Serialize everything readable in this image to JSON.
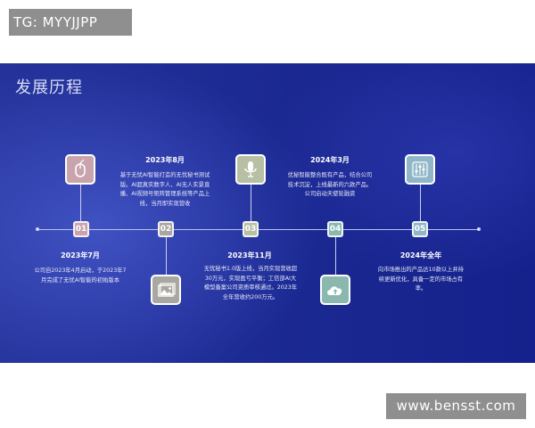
{
  "watermarks": {
    "top": "TG: MYYJJPP",
    "bottom": "www.bensst.com"
  },
  "slide": {
    "title": "发展历程"
  },
  "colors": {
    "slide_background": "#1c2a93",
    "milestone_1": "#c9a4ad",
    "milestone_2": "#a9a7a2",
    "milestone_3": "#b7bfa5",
    "milestone_4": "#8bb8ae",
    "milestone_5": "#90b7c8"
  },
  "milestones": [
    {
      "number": "01",
      "date": "2023年7月",
      "icon": "computer-mouse-icon",
      "lines": [
        "公司自2023年4月启动，于2023年7",
        "月完成了无忧AI智能的初始版本"
      ]
    },
    {
      "number": "02",
      "date": "2023年8月",
      "icon": "image-gallery-icon",
      "lines": [
        "基于无忧AI智能打造的无忧秘书测试",
        "版。AI超真实数字人、AI无人实景直",
        "播、AI视频号矩阵管理系统等产品上",
        "线，当月即实现营收"
      ]
    },
    {
      "number": "03",
      "date": "2023年11月",
      "icon": "microphone-icon",
      "lines": [
        "无忧秘书1.0版上线，当月实现营收超",
        "30万元，实现盈亏平衡；工信部AI大",
        "模型备案公司资质审核通过。2023年",
        "全年营收约200万元。"
      ]
    },
    {
      "number": "04",
      "date": "2024年3月",
      "icon": "cloud-upload-icon",
      "lines": [
        "优秘智能整合既有产品，结合公司",
        "技术沉淀，上线最新的六款产品。",
        "公司启动天使轮融资"
      ]
    },
    {
      "number": "05",
      "date": "2024年全年",
      "icon": "equalizer-sliders-icon",
      "lines": [
        "向市场推出的产品达10款以上并持",
        "续更新优化，具备一定的市场占有",
        "率。"
      ]
    }
  ]
}
